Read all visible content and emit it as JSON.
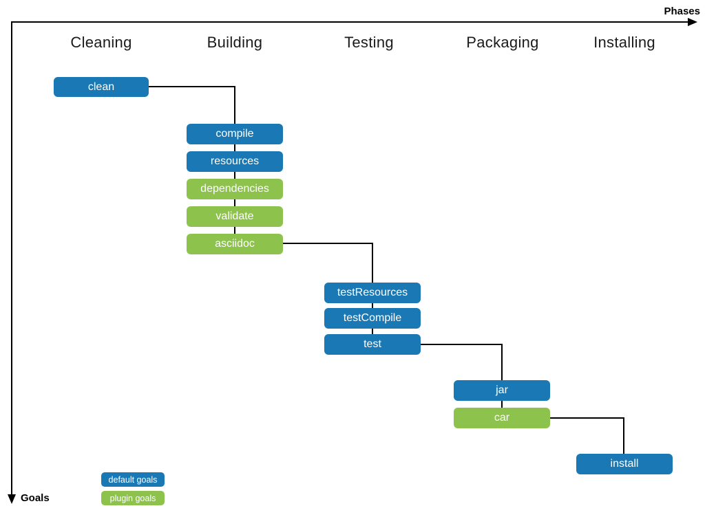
{
  "axes": {
    "phases_label": "Phases",
    "goals_label": "Goals"
  },
  "phases": [
    {
      "label": "Cleaning"
    },
    {
      "label": "Building"
    },
    {
      "label": "Testing"
    },
    {
      "label": "Packaging"
    },
    {
      "label": "Installing"
    }
  ],
  "nodes": [
    {
      "id": "clean",
      "label": "clean",
      "type": "default",
      "phase": "Cleaning"
    },
    {
      "id": "compile",
      "label": "compile",
      "type": "default",
      "phase": "Building"
    },
    {
      "id": "resources",
      "label": "resources",
      "type": "default",
      "phase": "Building"
    },
    {
      "id": "dependencies",
      "label": "dependencies",
      "type": "plugin",
      "phase": "Building"
    },
    {
      "id": "validate",
      "label": "validate",
      "type": "plugin",
      "phase": "Building"
    },
    {
      "id": "asciidoc",
      "label": "asciidoc",
      "type": "plugin",
      "phase": "Building"
    },
    {
      "id": "testResources",
      "label": "testResources",
      "type": "default",
      "phase": "Testing"
    },
    {
      "id": "testCompile",
      "label": "testCompile",
      "type": "default",
      "phase": "Testing"
    },
    {
      "id": "test",
      "label": "test",
      "type": "default",
      "phase": "Testing"
    },
    {
      "id": "jar",
      "label": "jar",
      "type": "default",
      "phase": "Packaging"
    },
    {
      "id": "car",
      "label": "car",
      "type": "plugin",
      "phase": "Packaging"
    },
    {
      "id": "install",
      "label": "install",
      "type": "default",
      "phase": "Installing"
    }
  ],
  "legend": [
    {
      "label": "default goals",
      "type": "default"
    },
    {
      "label": "plugin goals",
      "type": "plugin"
    }
  ],
  "colors": {
    "default_goal": "#1a79b5",
    "plugin_goal": "#8dc34c",
    "line": "#000000",
    "header_text": "#1a1a1a",
    "node_text": "#ffffff"
  }
}
